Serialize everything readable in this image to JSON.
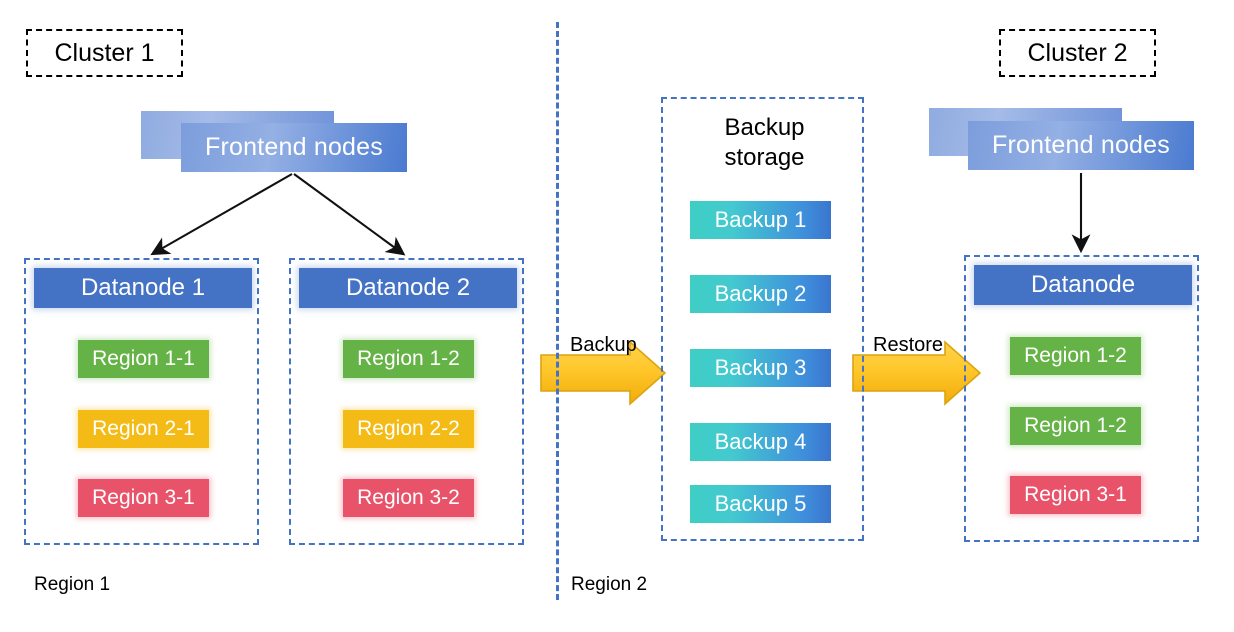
{
  "diagram": {
    "title_left": "Cluster 1",
    "title_right": "Cluster 2",
    "region_label_left": "Region 1",
    "region_label_right": "Region 2"
  },
  "colors": {
    "node_blue": "#4472c4",
    "region_green": "#65b246",
    "region_yellow": "#f4ba16",
    "region_red": "#e8536a",
    "backup_teal": "#3ecec4",
    "backup_blue": "#3a76cf",
    "arrow_yellow": "#ffc424",
    "arrow_yellow_border": "#d99a10",
    "frontend_blue": "#7c9ddc",
    "dashed_black": "#000000"
  },
  "cluster1": {
    "frontend": {
      "label": "Frontend nodes"
    },
    "datanodes": [
      {
        "header": "Datanode 1",
        "regions": [
          {
            "label": "Region 1-1",
            "color": "green"
          },
          {
            "label": "Region 2-1",
            "color": "yellow"
          },
          {
            "label": "Region 3-1",
            "color": "red"
          }
        ]
      },
      {
        "header": "Datanode 2",
        "regions": [
          {
            "label": "Region 1-2",
            "color": "green"
          },
          {
            "label": "Region 2-2",
            "color": "yellow"
          },
          {
            "label": "Region 3-2",
            "color": "red"
          }
        ]
      }
    ]
  },
  "backup_storage": {
    "title_line1": "Backup",
    "title_line2": "storage",
    "items": [
      {
        "label": "Backup 1"
      },
      {
        "label": "Backup 2"
      },
      {
        "label": "Backup 3"
      },
      {
        "label": "Backup 4"
      },
      {
        "label": "Backup 5"
      }
    ]
  },
  "cluster2": {
    "frontend": {
      "label": "Frontend nodes"
    },
    "datanodes": [
      {
        "header": "Datanode",
        "regions": [
          {
            "label": "Region 1-2",
            "color": "green"
          },
          {
            "label": "Region 1-2",
            "color": "green"
          },
          {
            "label": "Region 3-1",
            "color": "red"
          }
        ]
      }
    ]
  },
  "arrows": {
    "backup": {
      "label": "Backup"
    },
    "restore": {
      "label": "Restore"
    }
  }
}
